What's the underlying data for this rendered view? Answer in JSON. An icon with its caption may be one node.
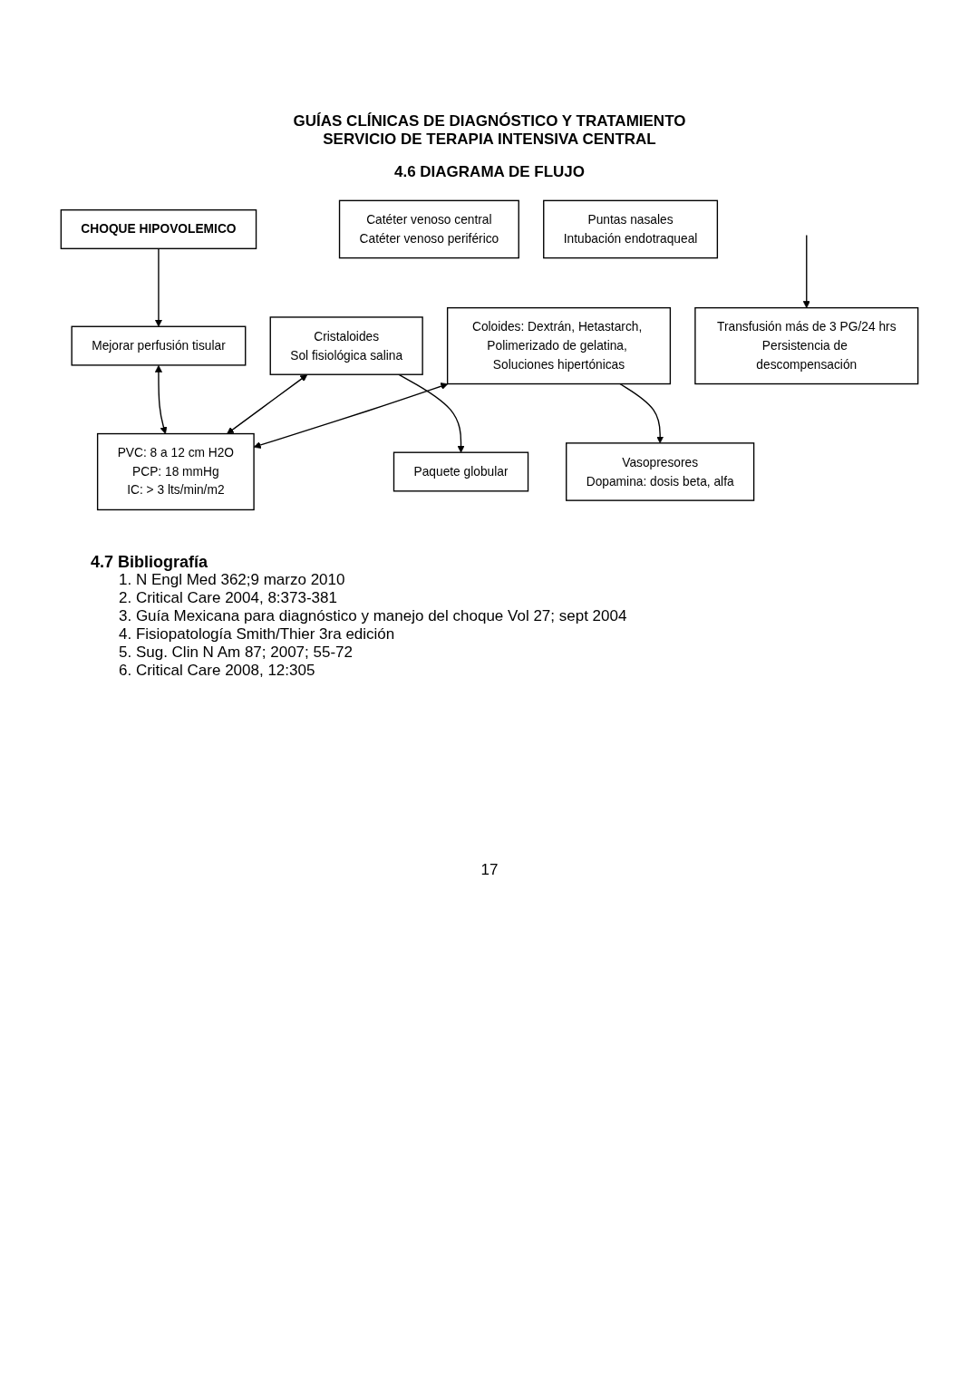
{
  "diagram": {
    "title": "GUÍAS CLÍNICAS DE DIAGNÓSTICO Y TRATAMIENTO SERVICIO DE TERAPIA INTENSIVA CENTRAL",
    "nodes": [
      {
        "text": [
          "CHOQUE HIPOVOLEMICO"
        ]
      },
      {
        "text": [
          "Mejorar perfusión tisular"
        ]
      },
      {
        "text": [
          "Catéter venoso central",
          "Catéter venoso periférico"
        ]
      },
      {
        "text": [
          "Puntas nasales",
          "Intubación endotraqueal"
        ]
      },
      {
        "text": [
          "Cristaloides",
          "Sol fisiológica salina"
        ]
      },
      {
        "text": [
          "Coloides: Dextrán, Hetastarch, Polimerizado de gelatina, Soluciones hipertónicas"
        ]
      },
      {
        "text": [
          "PVC: 8 a 12 cm H2O",
          "PCP: 18 mmHg",
          "IC: > 3 lts/min/m2"
        ]
      },
      {
        "text": [
          "Paquete globular"
        ]
      },
      {
        "text": [
          "Vasopresores",
          "Dopamina: dosis beta, alfa"
        ]
      },
      {
        "text": [
          "Transfusión más de 3 PG/24 hrs",
          "Persistencia de descompensación"
        ]
      }
    ],
    "edges": [
      {
        "from": 0,
        "to": 1,
        "arrow": "to"
      },
      {
        "from": 1,
        "to": 6,
        "arrow": "both"
      },
      {
        "from": 4,
        "to": 6,
        "arrow": "both"
      },
      {
        "from": 5,
        "to": 6,
        "arrow": "both"
      },
      {
        "from": 4,
        "to": 7,
        "arrow": "to"
      },
      {
        "from": 5,
        "to": 8,
        "arrow": "to"
      },
      {
        "from": null,
        "to": 9,
        "arrow": "to"
      }
    ],
    "labels": [
      "4.6 DIAGRAMA DE FLUJO",
      "4.7 Bibliografía",
      "1. N Engl Med 362;9 marzo 2010",
      "2. Critical Care 2004, 8:373-381",
      "3. Guía Mexicana para diagnóstico y manejo del choque Vol 27; sept 2004",
      "4. Fisiopatología Smith/Thier 3ra edición",
      "5. Sug. Clin N Am 87; 2007; 55-72",
      "6. Critical Care 2008, 12:305",
      "17"
    ]
  }
}
